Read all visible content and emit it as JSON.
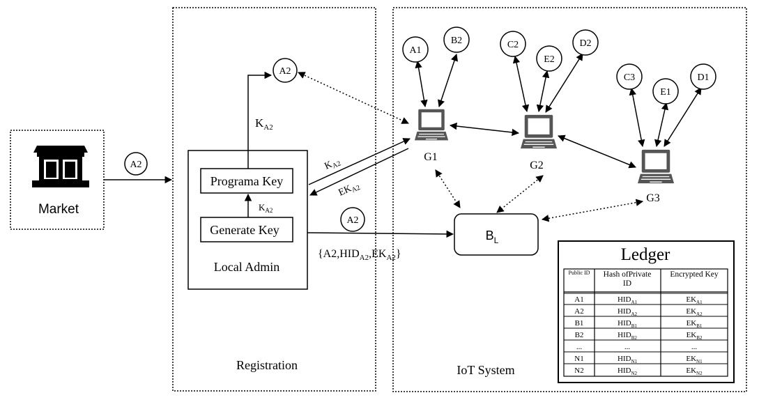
{
  "market": {
    "label": "Market",
    "token": "A2"
  },
  "registration": {
    "label": "Registration",
    "local_admin": "Local Admin",
    "programa_key": "Programa Key",
    "generate_key": "Generate Key",
    "k_base": "K",
    "k_sub": "A2",
    "ek_base": "EK",
    "ek_sub": "A2",
    "out_node": "A2"
  },
  "flow": {
    "token": "A2",
    "record_open": "{A2,HID",
    "record_sub1": "A2",
    "record_mid": ",EK",
    "record_sub2": "A2",
    "record_close": "}"
  },
  "iot": {
    "label": "IoT System",
    "gateways": [
      "G1",
      "G2",
      "G3"
    ],
    "blockchain_base": "B",
    "blockchain_sub": "L",
    "devices": {
      "g1": [
        "A1",
        "B2"
      ],
      "g2": [
        "C2",
        "E2",
        "D2"
      ],
      "g3": [
        "C3",
        "E1",
        "D1"
      ]
    }
  },
  "ledger": {
    "title": "Ledger",
    "headers": [
      "Public ID",
      "Hash ofPrivate ID",
      "Encrypted Key"
    ],
    "rows": [
      {
        "id": "A1",
        "hid": "HID",
        "hid_sub": "A1",
        "ek": "EK",
        "ek_sub": "A1"
      },
      {
        "id": "A2",
        "hid": "HID",
        "hid_sub": "A2",
        "ek": "EK",
        "ek_sub": "A2"
      },
      {
        "id": "B1",
        "hid": "HID",
        "hid_sub": "B1",
        "ek": "EK",
        "ek_sub": "B1"
      },
      {
        "id": "B2",
        "hid": "HID",
        "hid_sub": "B2",
        "ek": "EK",
        "ek_sub": "B2"
      },
      {
        "id": "...",
        "hid": "...",
        "hid_sub": "",
        "ek": "...",
        "ek_sub": ""
      },
      {
        "id": "N1",
        "hid": "HID",
        "hid_sub": "N1",
        "ek": "EK",
        "ek_sub": "N1"
      },
      {
        "id": "N2",
        "hid": "HID",
        "hid_sub": "N2",
        "ek": "EK",
        "ek_sub": "N2"
      }
    ]
  }
}
